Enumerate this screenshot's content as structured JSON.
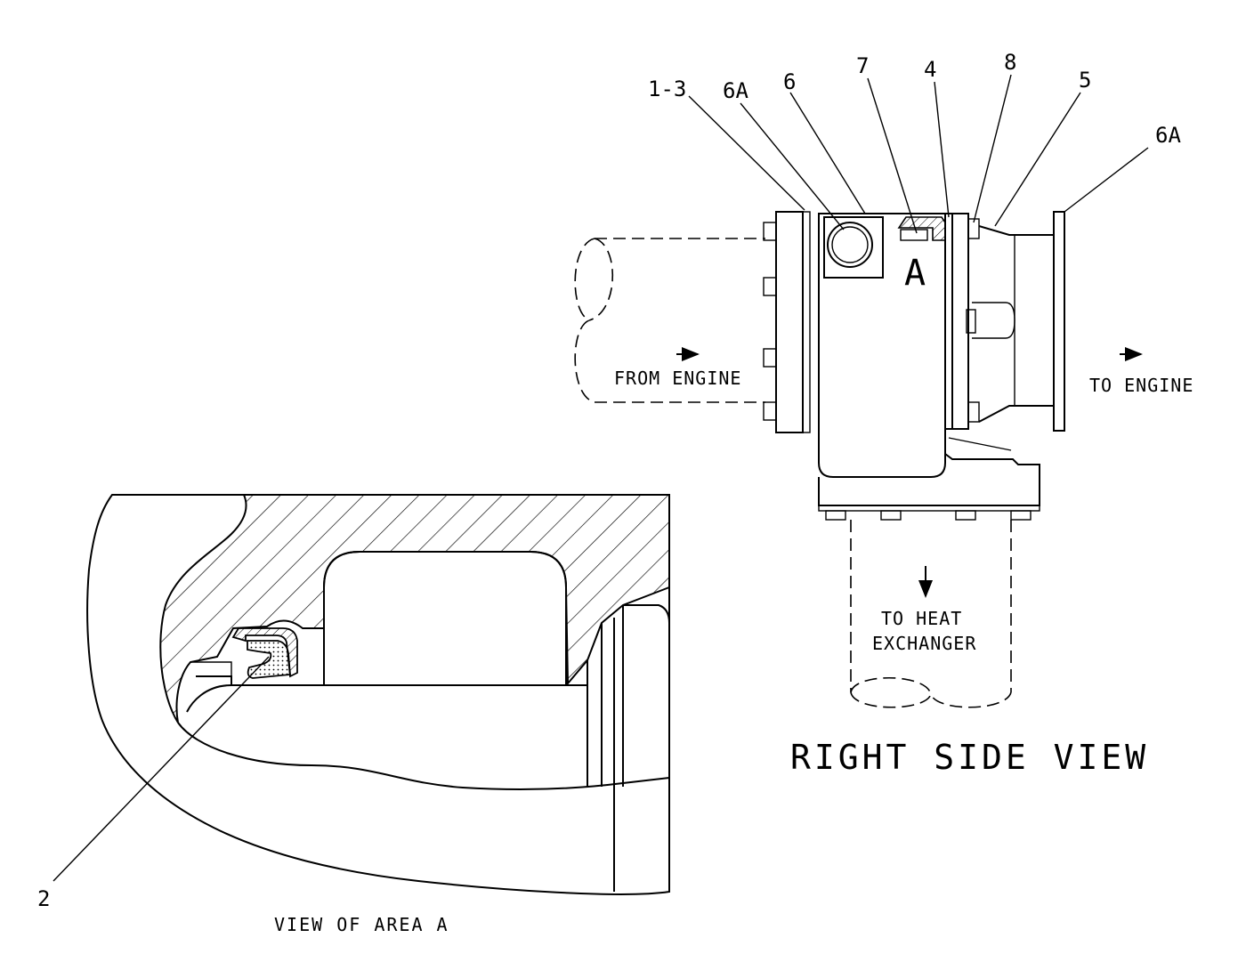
{
  "callouts": {
    "c1_3": "1-3",
    "c6a_left": "6A",
    "c6": "6",
    "c7": "7",
    "c4": "4",
    "c8": "8",
    "c5": "5",
    "c6a_right": "6A",
    "c2": "2"
  },
  "flow_labels": {
    "from_engine": "FROM ENGINE",
    "to_engine": "TO ENGINE",
    "to_heat_line1": "TO HEAT",
    "to_heat_line2": "EXCHANGER"
  },
  "area_marker": "A",
  "view_titles": {
    "right_side": "RIGHT SIDE VIEW",
    "area_a": "VIEW OF AREA A"
  }
}
